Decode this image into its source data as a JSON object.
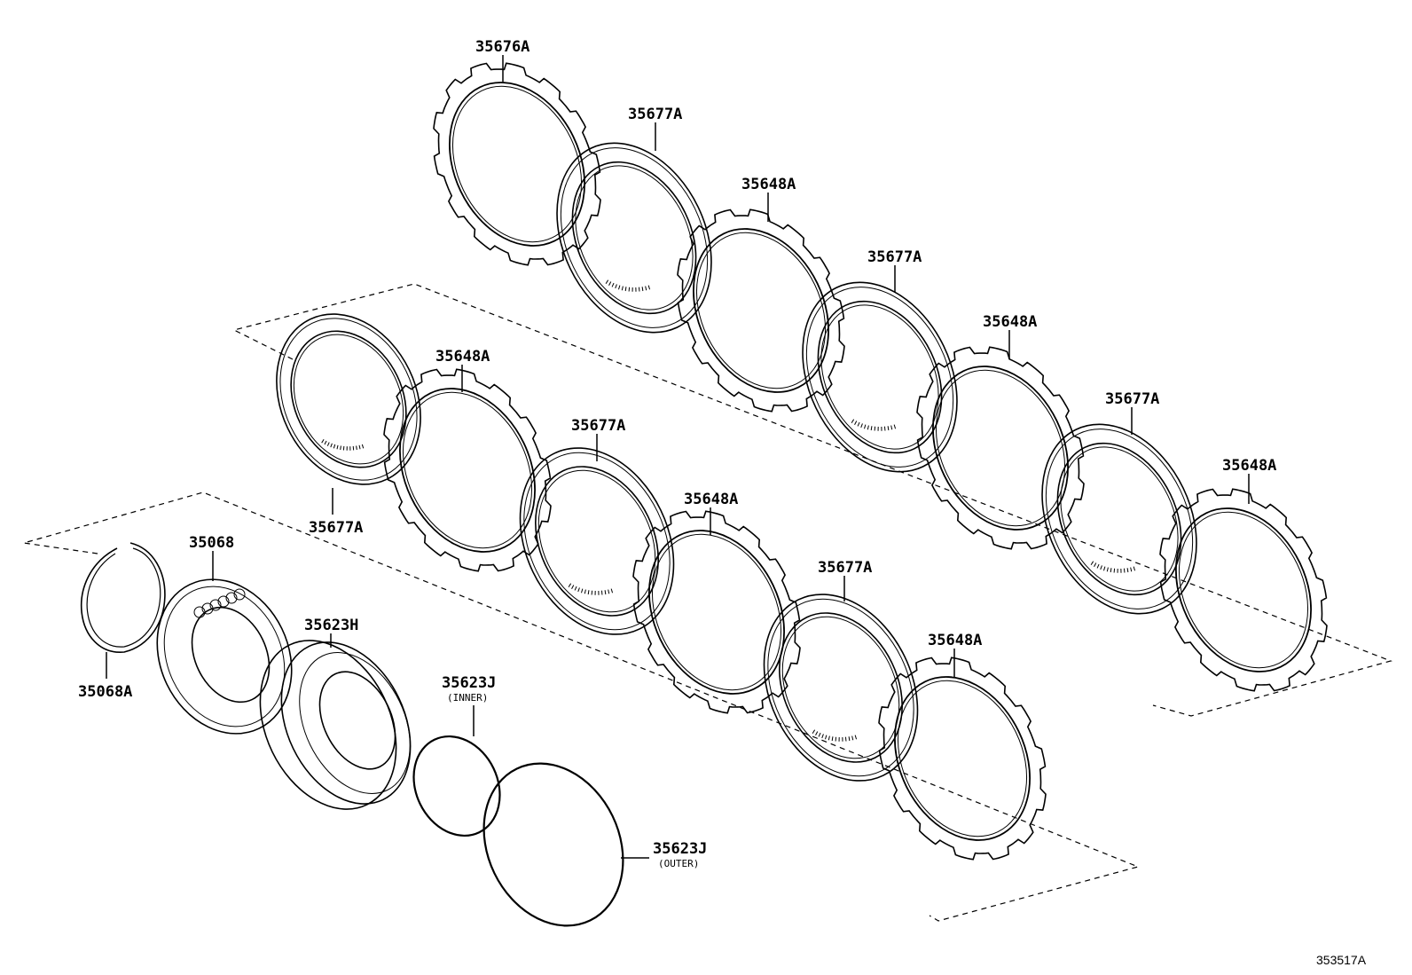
{
  "parts": [
    {
      "label": "35676A"
    },
    {
      "label": "35677A"
    },
    {
      "label": "35648A"
    },
    {
      "label": "35677A"
    },
    {
      "label": "35648A"
    },
    {
      "label": "35677A"
    },
    {
      "label": "35648A"
    },
    {
      "label": "35677A"
    },
    {
      "label": "35648A"
    },
    {
      "label": "35677A"
    },
    {
      "label": "35648A"
    },
    {
      "label": "35677A"
    },
    {
      "label": "35648A"
    },
    {
      "label": "35068"
    },
    {
      "label": "35068A"
    },
    {
      "label": "35623H"
    },
    {
      "label": "35623J",
      "sublabel": "(INNER)"
    },
    {
      "label": "35623J",
      "sublabel": "(OUTER)"
    }
  ],
  "diagram_code": "353517A"
}
